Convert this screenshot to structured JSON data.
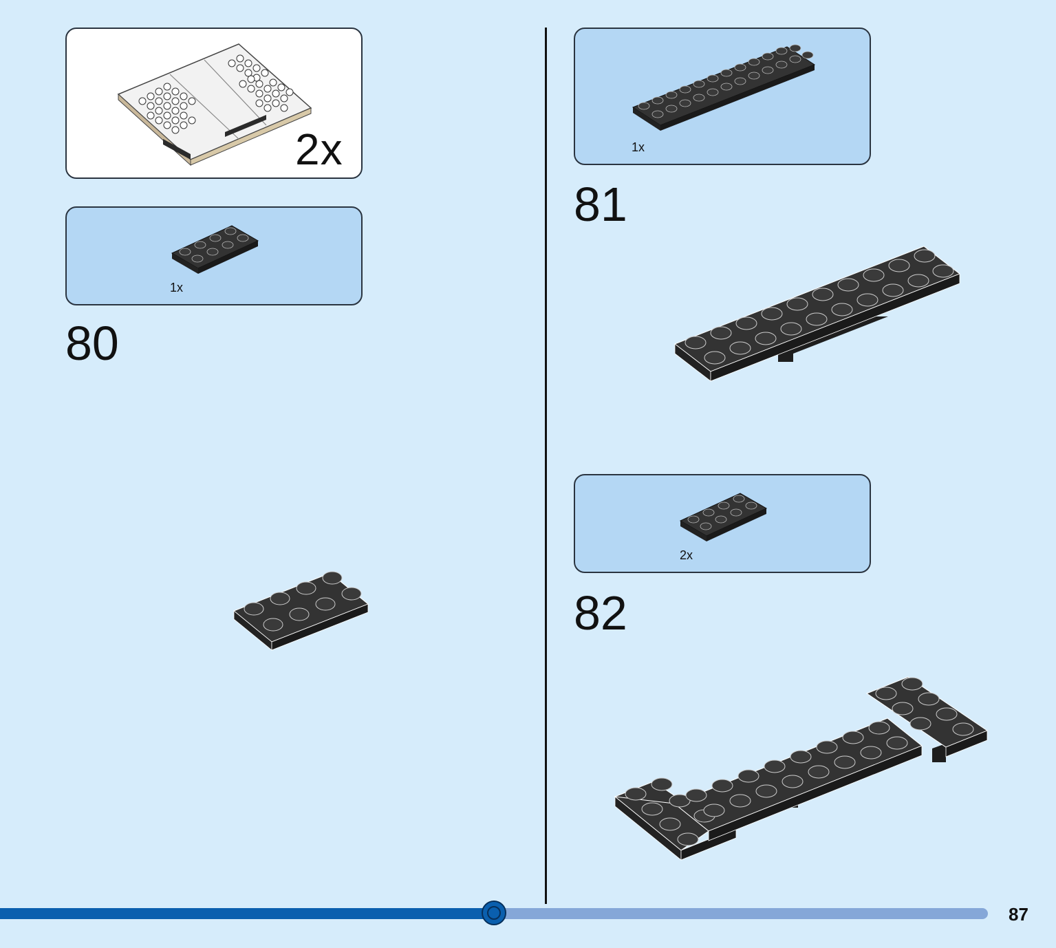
{
  "page": {
    "number": "87"
  },
  "progress": {
    "value": 0.47
  },
  "callout_top": {
    "quantity": "2x"
  },
  "steps": [
    {
      "number": "80",
      "parts": [
        {
          "quantity": "1x",
          "piece": "2x4 black plate"
        }
      ]
    },
    {
      "number": "81",
      "parts": [
        {
          "quantity": "1x",
          "piece": "2x12 black plate"
        }
      ]
    },
    {
      "number": "82",
      "parts": [
        {
          "quantity": "2x",
          "piece": "2x4 black plate"
        }
      ]
    }
  ],
  "colors": {
    "background": "#d6ecfb",
    "parts_box": "#b4d7f4",
    "brick": "#2b2b2b",
    "progress_done": "#0a5fae",
    "progress_rest": "#85a7d8"
  }
}
